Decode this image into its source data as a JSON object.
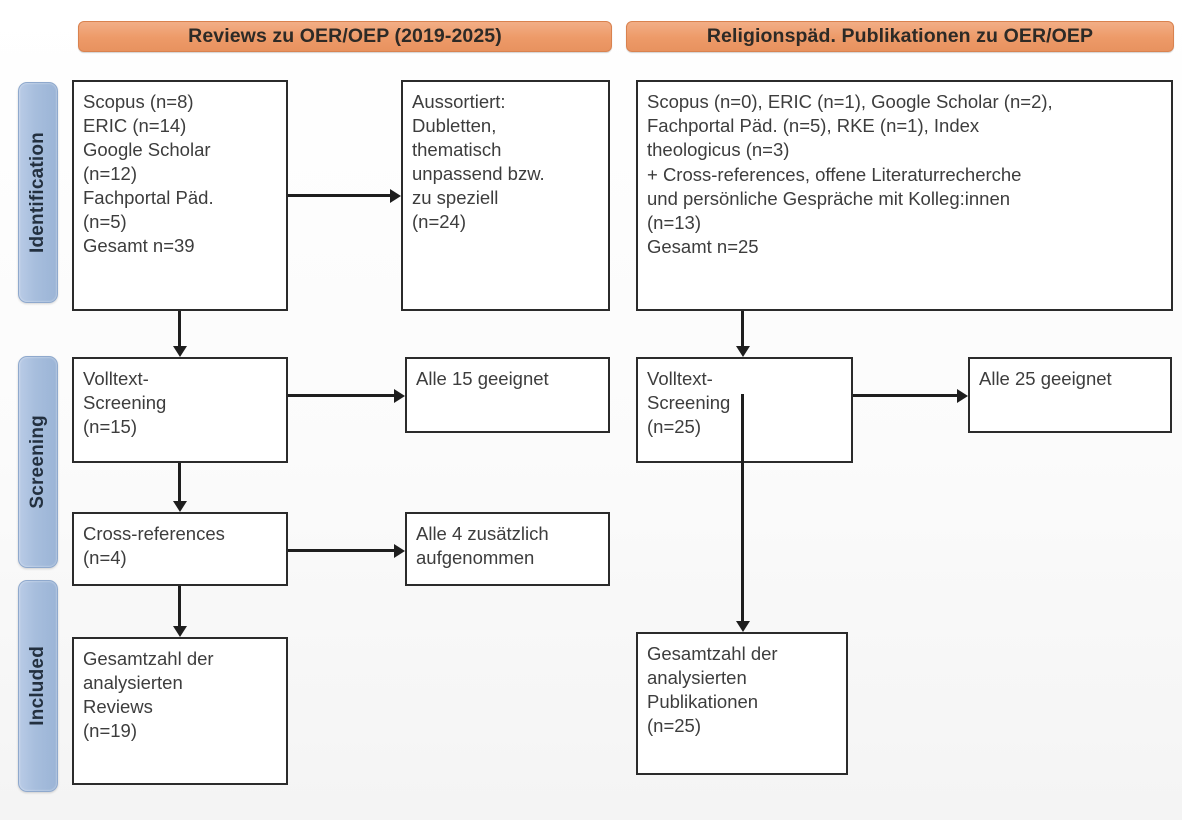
{
  "diagram": {
    "type": "prisma-flow",
    "title_left": "Reviews zu OER/OEP (2019-2025)",
    "title_right": "Religionspäd. Publikationen zu OER/OEP",
    "accent_header_color": "#ed9a68",
    "accent_stage_color": "#a7bedd",
    "box_border_color": "#2b2b2b"
  },
  "stages": [
    {
      "label": "Identification"
    },
    {
      "label": "Screening"
    },
    {
      "label": "Included"
    }
  ],
  "left_column": {
    "header": "Reviews zu OER/OEP (2019-2025)",
    "identification_box": "Scopus (n=8)\nERIC (n=14)\nGoogle Scholar\n(n=12)\nFachportal Päd.\n(n=5)\nGesamt n=39",
    "excluded_box": "Aussortiert:\nDubletten,\nthematisch\nunpassend bzw.\nzu speziell\n(n=24)",
    "fulltext_box": "Volltext-\nScreening\n(n=15)",
    "fulltext_result_box": "Alle 15 geeignet",
    "crossref_box": "Cross-references\n(n=4)",
    "crossref_result_box": "Alle 4 zusätzlich\naufgenommen",
    "included_box": "Gesamtzahl der\nanalysierten\nReviews\n(n=19)"
  },
  "right_column": {
    "header": "Religionspäd. Publikationen zu OER/OEP",
    "identification_box": "Scopus (n=0), ERIC (n=1), Google Scholar (n=2),\nFachportal Päd. (n=5), RKE (n=1), Index\ntheologicus (n=3)\n+ Cross-references, offene Literaturrecherche\nund persönliche Gespräche mit Kolleg:innen\n(n=13)\nGesamt n=25",
    "fulltext_box": "Volltext-\nScreening\n(n=25)",
    "fulltext_result_box": "Alle 25 geeignet",
    "included_box": "Gesamtzahl der\nanalysierten\nPublikationen\n(n=25)"
  },
  "counts": {
    "left_scopus": 8,
    "left_eric": 14,
    "left_google_scholar": 12,
    "left_fachportal": 5,
    "left_total": 39,
    "left_excluded": 24,
    "left_fulltext": 15,
    "left_crossrefs": 4,
    "left_included": 19,
    "right_scopus": 0,
    "right_eric": 1,
    "right_google_scholar": 2,
    "right_fachportal": 5,
    "right_rke": 1,
    "right_index_theologicus": 3,
    "right_additional": 13,
    "right_total": 25,
    "right_fulltext": 25,
    "right_included": 25
  }
}
